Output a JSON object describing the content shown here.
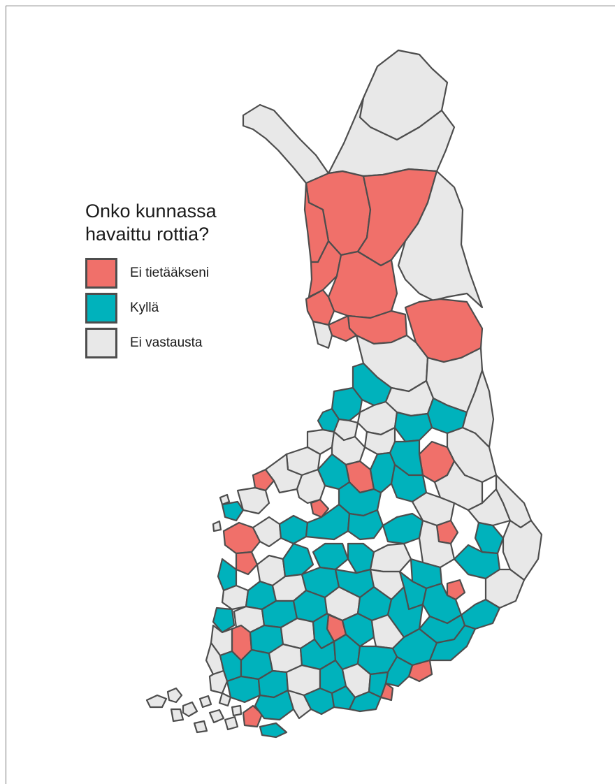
{
  "legend": {
    "title_line1": "Onko kunnassa",
    "title_line2": "havaittu rottia?",
    "items": [
      {
        "label": "Ei tietääkseni",
        "color": "#F0706A"
      },
      {
        "label": "Kyllä",
        "color": "#00B2BC"
      },
      {
        "label": "Ei vastausta",
        "color": "#E8E8E8"
      }
    ]
  },
  "colors": {
    "no": "#F0706A",
    "yes": "#00B2BC",
    "none": "#E8E8E8",
    "border": "#4D4D4D"
  },
  "map": {
    "region": "Finland municipalities"
  }
}
